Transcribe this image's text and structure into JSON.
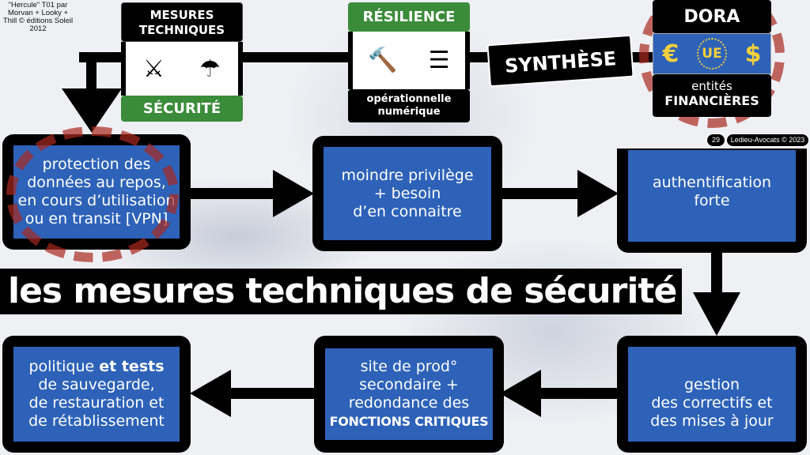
{
  "credit": "\"Hercule\" T01 par Morvan + Looky + Thill © éditions Soleil 2012",
  "mesures": {
    "title": "MESURES TECHNIQUES",
    "label": "SÉCURITÉ"
  },
  "resilience": {
    "title": "RÉSILIENCE",
    "label_line1": "opérationnelle",
    "label_line2": "numérique"
  },
  "synthese": "SYNTHÈSE",
  "dora": {
    "title": "DORA",
    "euro": "€",
    "ue": "UE",
    "dollar": "$",
    "line1": "entités",
    "line2": "FINANCIÈRES"
  },
  "footer": {
    "page": "29",
    "copyright": "Ledieu-Avocats © 2023"
  },
  "banner": "les mesures techniques de sécurité",
  "steps": [
    {
      "l1": "protection des",
      "l2": "données au repos,",
      "l3": "en cours d’utilisation",
      "l4": "ou en transit [VPN]"
    },
    {
      "l1": "moindre privilège",
      "l2": "+ besoin",
      "l3": "d’en connaitre"
    },
    {
      "l1": "authentification",
      "l2": "forte"
    },
    {
      "l1": "gestion",
      "l2": "des correctifs et",
      "l3": "des mises à jour"
    },
    {
      "l1": "site de prod°",
      "l2": "secondaire +",
      "l3": "redondance des",
      "caps": "FONCTIONS CRITIQUES"
    },
    {
      "l1a": "politique ",
      "l1b": "et tests",
      "l2": "de sauvegarde,",
      "l3": "de restauration et",
      "l4": "de rétablissement"
    }
  ],
  "colors": {
    "blue": "#2d62b8",
    "green": "#3b8c3a",
    "red": "#aa281e"
  }
}
